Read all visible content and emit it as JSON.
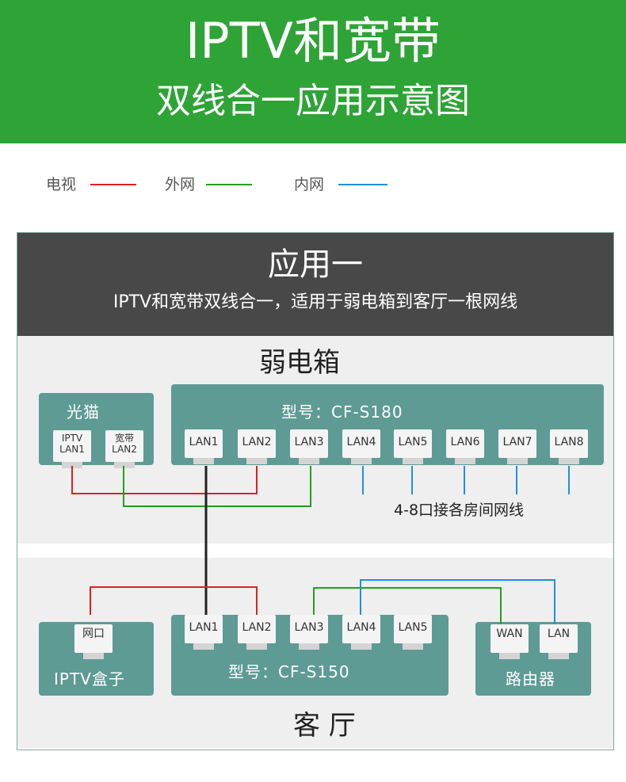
{
  "header": {
    "title": "IPTV和宽带",
    "subtitle": "双线合一应用示意图",
    "background": "#2ea336"
  },
  "legend": [
    {
      "label": "电视",
      "color": "#e02020"
    },
    {
      "label": "外网",
      "color": "#20a020"
    },
    {
      "label": "内网",
      "color": "#2090e0"
    }
  ],
  "app": {
    "title": "应用一",
    "description": "IPTV和宽带双线合一，适用于弱电箱到客厅一根网线"
  },
  "weak_box": {
    "title": "弱电箱",
    "modem": {
      "label": "光猫",
      "ports": [
        [
          "IPTV",
          "LAN1"
        ],
        [
          "宽带",
          "LAN2"
        ]
      ]
    },
    "switch": {
      "model": "型号：CF-S180",
      "ports": [
        "LAN1",
        "LAN2",
        "LAN3",
        "LAN4",
        "LAN5",
        "LAN6",
        "LAN7",
        "LAN8"
      ]
    },
    "note": "4-8口接各房间网线"
  },
  "living_room": {
    "title": "客 厅",
    "iptv_box": {
      "label": "IPTV盒子",
      "port": "网口"
    },
    "switch": {
      "model": "型号：CF-S150",
      "ports": [
        "LAN1",
        "LAN2",
        "LAN3",
        "LAN4",
        "LAN5"
      ]
    },
    "router": {
      "label": "路由器",
      "ports": [
        "WAN",
        "LAN"
      ]
    }
  },
  "colors": {
    "tv": "#e02020",
    "external": "#20a020",
    "internal": "#2090e0",
    "trunk": "#222222",
    "device": "#5e9b95",
    "banner": "#484848"
  }
}
